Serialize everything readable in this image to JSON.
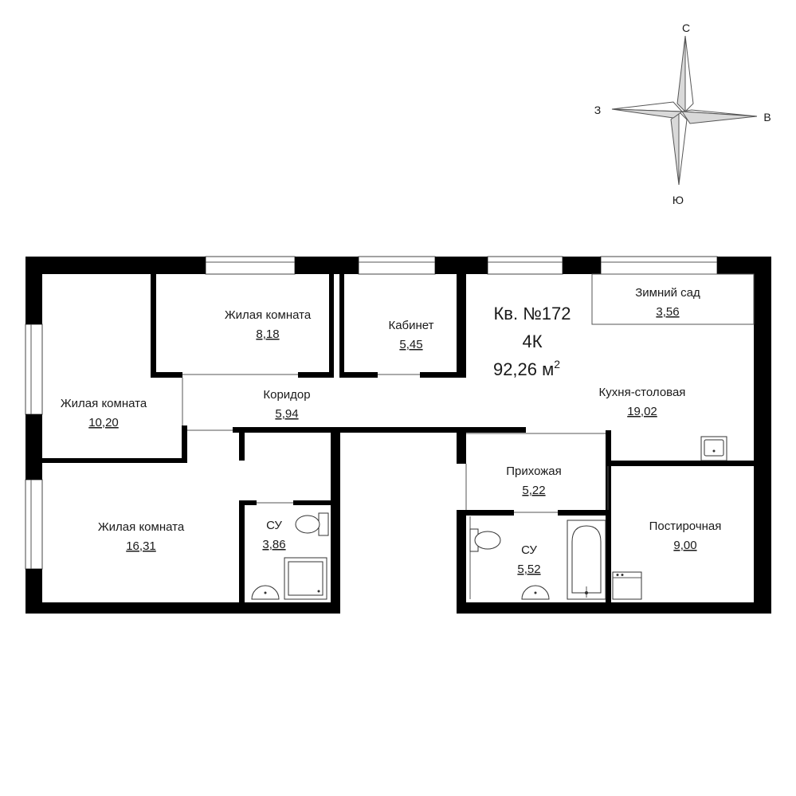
{
  "apartment": {
    "number_label": "Кв. №172",
    "type_label": "4К",
    "area_value": "92,26 м",
    "area_sup": "2"
  },
  "compass": {
    "north": "С",
    "south": "Ю",
    "west": "З",
    "east": "В"
  },
  "rooms": [
    {
      "name": "Жилая комната",
      "area": "8,18"
    },
    {
      "name": "Кабинет",
      "area": "5,45"
    },
    {
      "name": "Зимний сад",
      "area": "3,56"
    },
    {
      "name": "Жилая комната",
      "area": "10,20"
    },
    {
      "name": "Коридор",
      "area": "5,94"
    },
    {
      "name": "Кухня-столовая",
      "area": "19,02"
    },
    {
      "name": "Прихожая",
      "area": "5,22"
    },
    {
      "name": "Жилая комната",
      "area": "16,31"
    },
    {
      "name": "СУ",
      "area": "3,86"
    },
    {
      "name": "СУ",
      "area": "5,52"
    },
    {
      "name": "Постирочная",
      "area": "9,00"
    }
  ]
}
